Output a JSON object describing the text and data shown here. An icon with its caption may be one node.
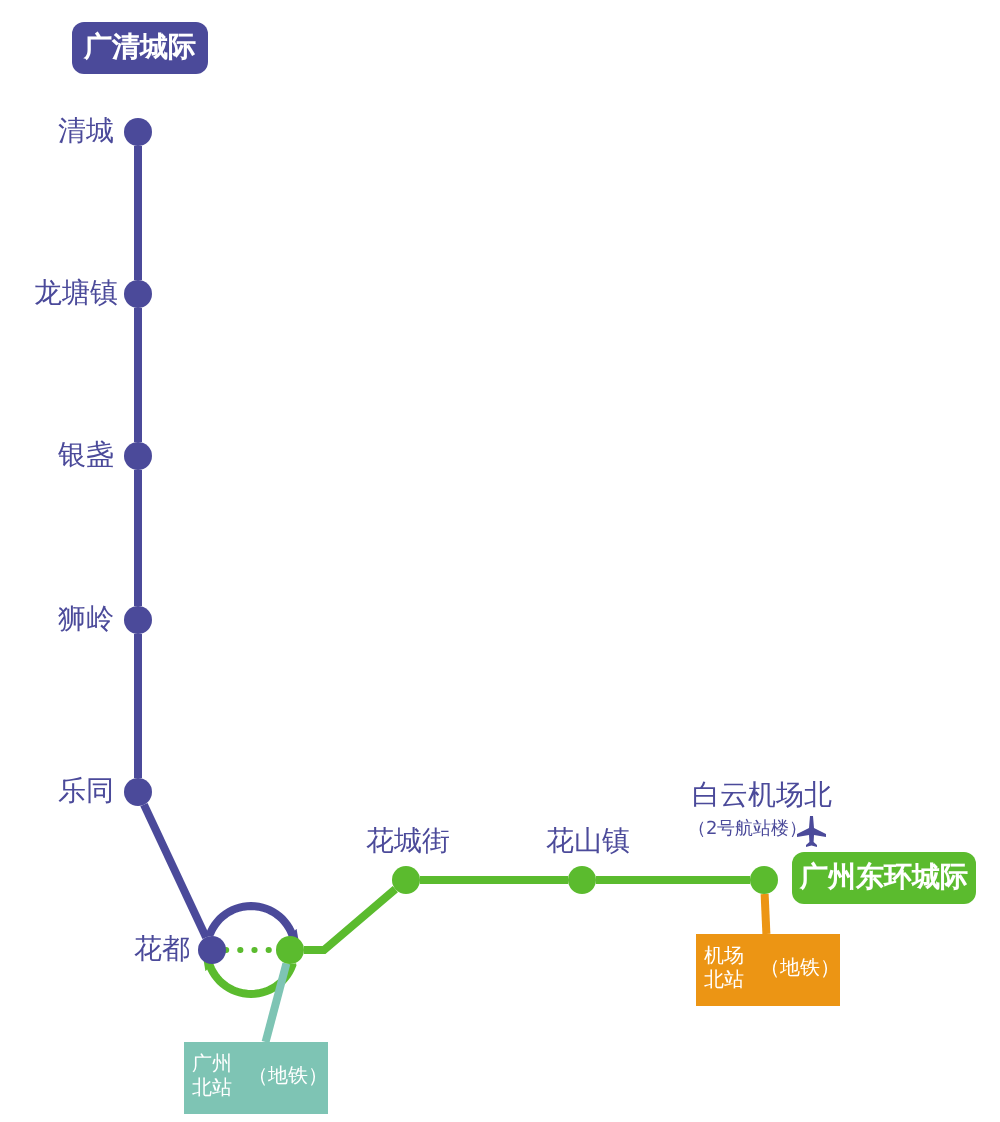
{
  "diagram": {
    "nodes": [
      {
        "text": [
          "广清城际"
        ]
      },
      {
        "text": [],
        "shape": "circle",
        "beside": [
          "清城"
        ]
      },
      {
        "text": [],
        "shape": "circle",
        "beside": [
          "龙塘镇"
        ]
      },
      {
        "text": [],
        "shape": "circle",
        "beside": [
          "银盏"
        ]
      },
      {
        "text": [],
        "shape": "circle",
        "beside": [
          "狮岭"
        ]
      },
      {
        "text": [],
        "shape": "circle",
        "beside": [
          "乐同"
        ]
      },
      {
        "text": [],
        "shape": "circle",
        "beside": [
          "花都"
        ]
      },
      {
        "text": [],
        "shape": "circle"
      },
      {
        "text": [],
        "shape": "circle",
        "beside": [
          "花城街"
        ]
      },
      {
        "text": [],
        "shape": "circle",
        "beside": [
          "花山镇"
        ]
      },
      {
        "text": [],
        "shape": "circle",
        "beside": [
          "白云机场北",
          "（2号航站楼）"
        ]
      },
      {
        "text": [
          "广州东环城际"
        ]
      },
      {
        "text": [
          "广州北站",
          "（地铁）"
        ]
      },
      {
        "text": [
          "机场北站",
          "（地铁）"
        ]
      }
    ],
    "edges": [
      {
        "from": 1,
        "to": 2,
        "arrow": "none",
        "color": "#4b4a9a"
      },
      {
        "from": 2,
        "to": 3,
        "arrow": "none",
        "color": "#4b4a9a"
      },
      {
        "from": 3,
        "to": 4,
        "arrow": "none",
        "color": "#4b4a9a"
      },
      {
        "from": 4,
        "to": 5,
        "arrow": "none",
        "color": "#4b4a9a"
      },
      {
        "from": 5,
        "to": 6,
        "arrow": "none",
        "color": "#4b4a9a"
      },
      {
        "from": 6,
        "to": 7,
        "arrow": "none",
        "style": "dashed",
        "color": "#5bbb2e"
      },
      {
        "from": 6,
        "to": 7,
        "arrow": "to",
        "color": "#4b4a9a"
      },
      {
        "from": 7,
        "to": 6,
        "arrow": "to",
        "color": "#5bbb2e"
      },
      {
        "from": 7,
        "to": 8,
        "arrow": "none",
        "color": "#5bbb2e"
      },
      {
        "from": 8,
        "to": 9,
        "arrow": "none",
        "color": "#5bbb2e"
      },
      {
        "from": 9,
        "to": 10,
        "arrow": "none",
        "color": "#5bbb2e"
      },
      {
        "from": 7,
        "to": 12,
        "arrow": "none",
        "color": "#7ec4b4"
      },
      {
        "from": 10,
        "to": 13,
        "arrow": "none",
        "color": "#ec9514"
      }
    ]
  }
}
